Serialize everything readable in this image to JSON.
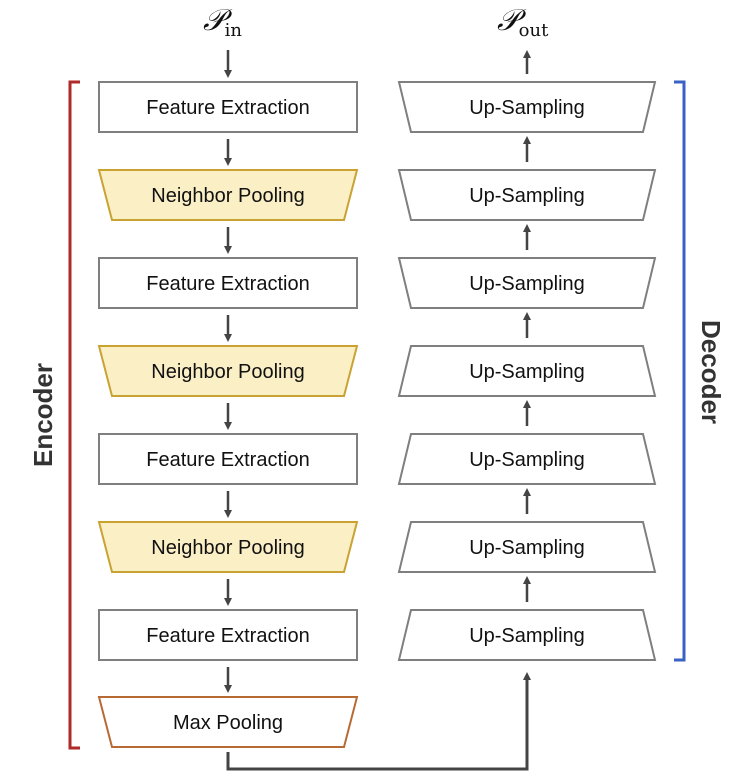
{
  "io": {
    "input_symbol": "𝒫",
    "input_sub": "in",
    "output_symbol": "𝒫",
    "output_sub": "out"
  },
  "encoder": {
    "label": "Encoder",
    "color": "#b02a2a",
    "blocks": [
      {
        "label": "Feature Extraction",
        "kind": "feature"
      },
      {
        "label": "Neighbor Pooling",
        "kind": "pool"
      },
      {
        "label": "Feature Extraction",
        "kind": "feature"
      },
      {
        "label": "Neighbor Pooling",
        "kind": "pool"
      },
      {
        "label": "Feature Extraction",
        "kind": "feature"
      },
      {
        "label": "Neighbor Pooling",
        "kind": "pool"
      },
      {
        "label": "Feature Extraction",
        "kind": "feature"
      },
      {
        "label": "Max Pooling",
        "kind": "maxpool"
      }
    ]
  },
  "decoder": {
    "label": "Decoder",
    "color": "#3a62c4",
    "blocks": [
      {
        "label": "Up-Sampling"
      },
      {
        "label": "Up-Sampling"
      },
      {
        "label": "Up-Sampling"
      },
      {
        "label": "Up-Sampling"
      },
      {
        "label": "Up-Sampling"
      },
      {
        "label": "Up-Sampling"
      },
      {
        "label": "Up-Sampling"
      }
    ]
  },
  "colors": {
    "pool_fill": "#fbefc6",
    "pool_stroke": "#c9a233",
    "maxpool_stroke": "#b86a35",
    "box_stroke": "#7f7f7f",
    "arrow": "#444444"
  }
}
